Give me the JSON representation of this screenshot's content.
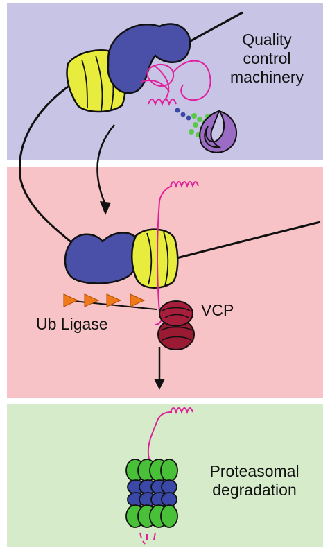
{
  "labels": {
    "quality_control": [
      "Quality",
      "control",
      "machinery"
    ],
    "ub_ligase": "Ub Ligase",
    "vcp": "VCP",
    "proteasomal_degradation": [
      "Proteasomal",
      "degradation"
    ]
  },
  "colors": {
    "panel_er": "#c8c4e6",
    "panel_cytosol": "#f7c3c6",
    "panel_proteasome": "#d6ebc9",
    "protein_blue": "#4a4fa8",
    "channel_yellow": "#e8ec3c",
    "substrate_magenta": "#e0209a",
    "chaperone_purple": "#9b6cc4",
    "ubiquitin_orange": "#f07a1a",
    "vcp_red": "#9a1a34",
    "proteasome_green": "#48c038",
    "proteasome_blue": "#3a48a8"
  }
}
